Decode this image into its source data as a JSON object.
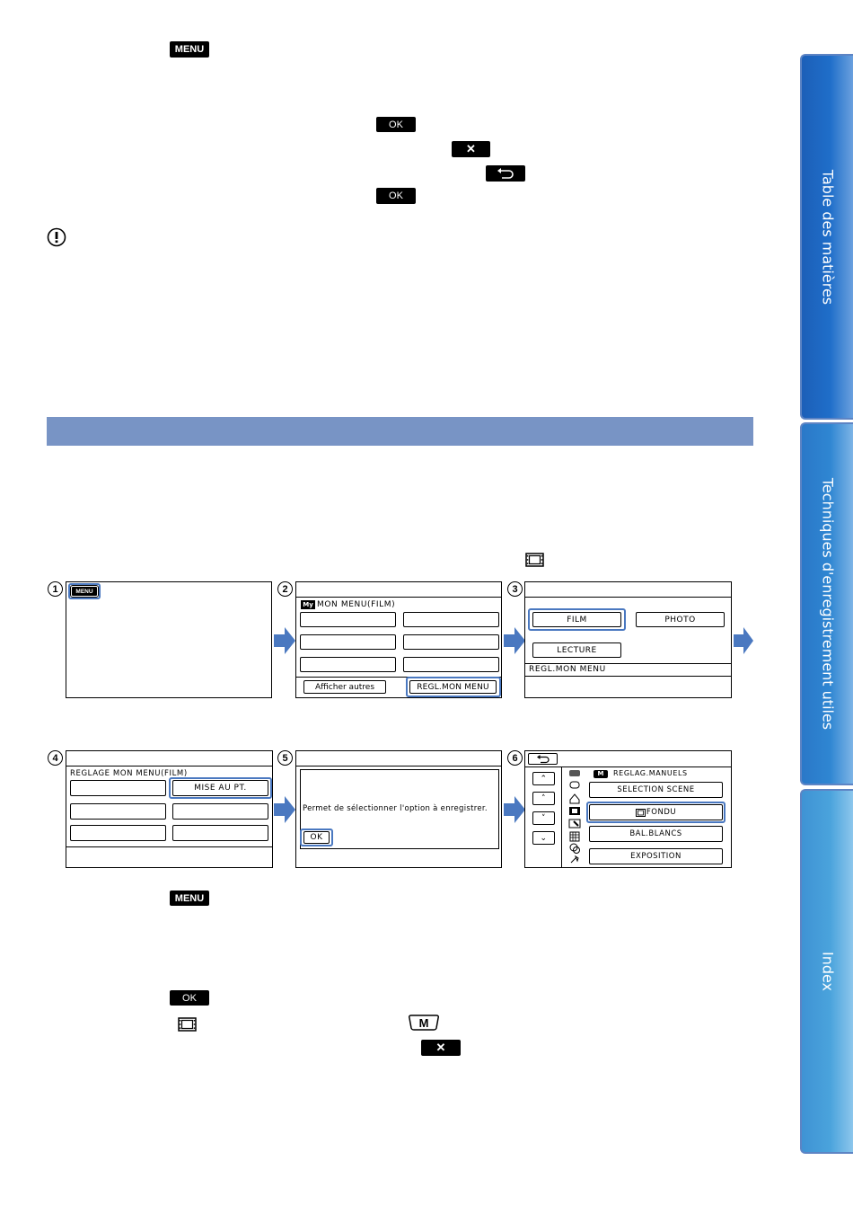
{
  "icons": {
    "menu_label": "MENU",
    "ok_label": "OK",
    "close_glyph": "✕",
    "back_glyph": "⮌",
    "m_mode_label": "M"
  },
  "sidebar": {
    "tabs": [
      {
        "label": "Table des matières"
      },
      {
        "label": "Techniques d'enregistrement utiles"
      },
      {
        "label": "Index"
      }
    ]
  },
  "screens": {
    "step_numbers": [
      "1",
      "2",
      "3",
      "4",
      "5",
      "6"
    ],
    "s1": {
      "menu_button": "MENU"
    },
    "s2": {
      "my_badge": "My",
      "title": "MON MENU(FILM)",
      "more_button": "Afficher autres",
      "regl_button": "REGL.MON MENU"
    },
    "s3": {
      "film_button": "FILM",
      "photo_button": "PHOTO",
      "lecture_button": "LECTURE",
      "footer": "REGL.MON MENU"
    },
    "s4": {
      "title": "REGLAGE MON MENU(FILM)",
      "selected_item": "MISE AU PT."
    },
    "s5": {
      "message": "Permet de sélectionner l'option à enregistrer.",
      "ok_button": "OK"
    },
    "s6": {
      "header": "REGLAG.MANUELS",
      "m_badge": "M",
      "items": [
        "SELECTION SCENE",
        "FONDU",
        "BAL.BLANCS",
        "EXPOSITION"
      ]
    }
  },
  "colors": {
    "section_bar": "#7894c5",
    "highlight": "#4a78c0",
    "flow_arrow": "#4a78c0",
    "tab_blue": "#1f6ec9"
  }
}
